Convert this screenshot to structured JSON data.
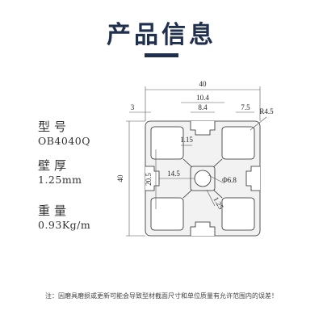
{
  "header": {
    "title": "产品信息"
  },
  "specs": [
    {
      "label": "型号",
      "value": "OB4040Q"
    },
    {
      "label": "壁厚",
      "value": "1.25mm"
    },
    {
      "label": "重量",
      "value": "0.93Kg/m"
    }
  ],
  "drawing": {
    "dimensions": {
      "width": "40",
      "slot_pitch": "10.4",
      "slot_width": "8.4",
      "edge": "3",
      "lip": "7.5",
      "radius": "R4.5",
      "wall": "1.15",
      "height": "40",
      "inner": "20.5",
      "offset": "14.5",
      "bore": "Φ6.8",
      "web": "1.25"
    }
  },
  "footer": {
    "note": "注：因磨具磨损或更新可能会导致型材截面尺寸和单位质量有允许范围内的误差！"
  }
}
